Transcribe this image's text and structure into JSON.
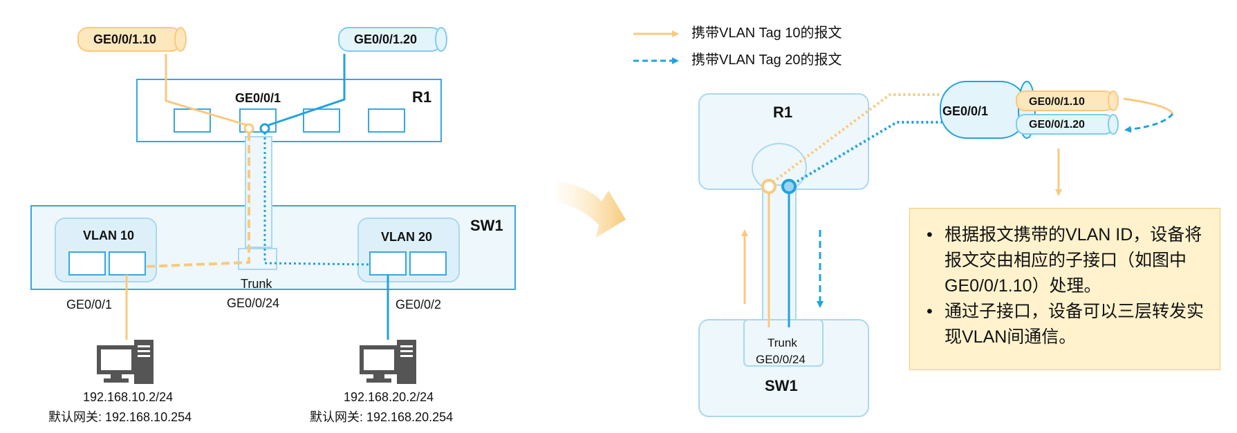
{
  "colors": {
    "vlan10": "#f9c97d",
    "vlan20": "#1fa3dd",
    "box_stroke": "#37a6e0",
    "box_fill": "#eef7fb",
    "note_fill": "#fff2cc",
    "note_stroke": "#f5c869"
  },
  "left": {
    "tag_vlan10": "GE0/0/1.10",
    "tag_vlan20": "GE0/0/1.20",
    "r1_port": "GE0/0/1",
    "r1_label": "R1",
    "sw1_label": "SW1",
    "vlan10_label": "VLAN 10",
    "vlan20_label": "VLAN 20",
    "port_ge001": "GE0/0/1",
    "trunk_label": "Trunk",
    "port_ge0024": "GE0/0/24",
    "port_ge002": "GE0/0/2",
    "pc1_ip": "192.168.10.2/24",
    "pc1_gw": "默认网关: 192.168.10.254",
    "pc2_ip": "192.168.20.2/24",
    "pc2_gw": "默认网关: 192.168.20.254"
  },
  "legend": {
    "vlan10_text": "携带VLAN Tag 10的报文",
    "vlan20_text": "携带VLAN Tag 20的报文"
  },
  "right": {
    "r1_label": "R1",
    "sw1_label": "SW1",
    "trunk_label": "Trunk",
    "trunk_port": "GE0/0/24",
    "physical_port": "GE0/0/1",
    "sub_vlan10": "GE0/0/1.10",
    "sub_vlan20": "GE0/0/1.20"
  },
  "notes": [
    "根据报文携带的VLAN ID，设备将报文交由相应的子接口（如图中GE0/0/1.10）处理。",
    "通过子接口，设备可以三层转发实现VLAN间通信。"
  ],
  "icons": {
    "pc": "desktop-computer-icon",
    "transition": "chevron-right-arrow-icon"
  }
}
